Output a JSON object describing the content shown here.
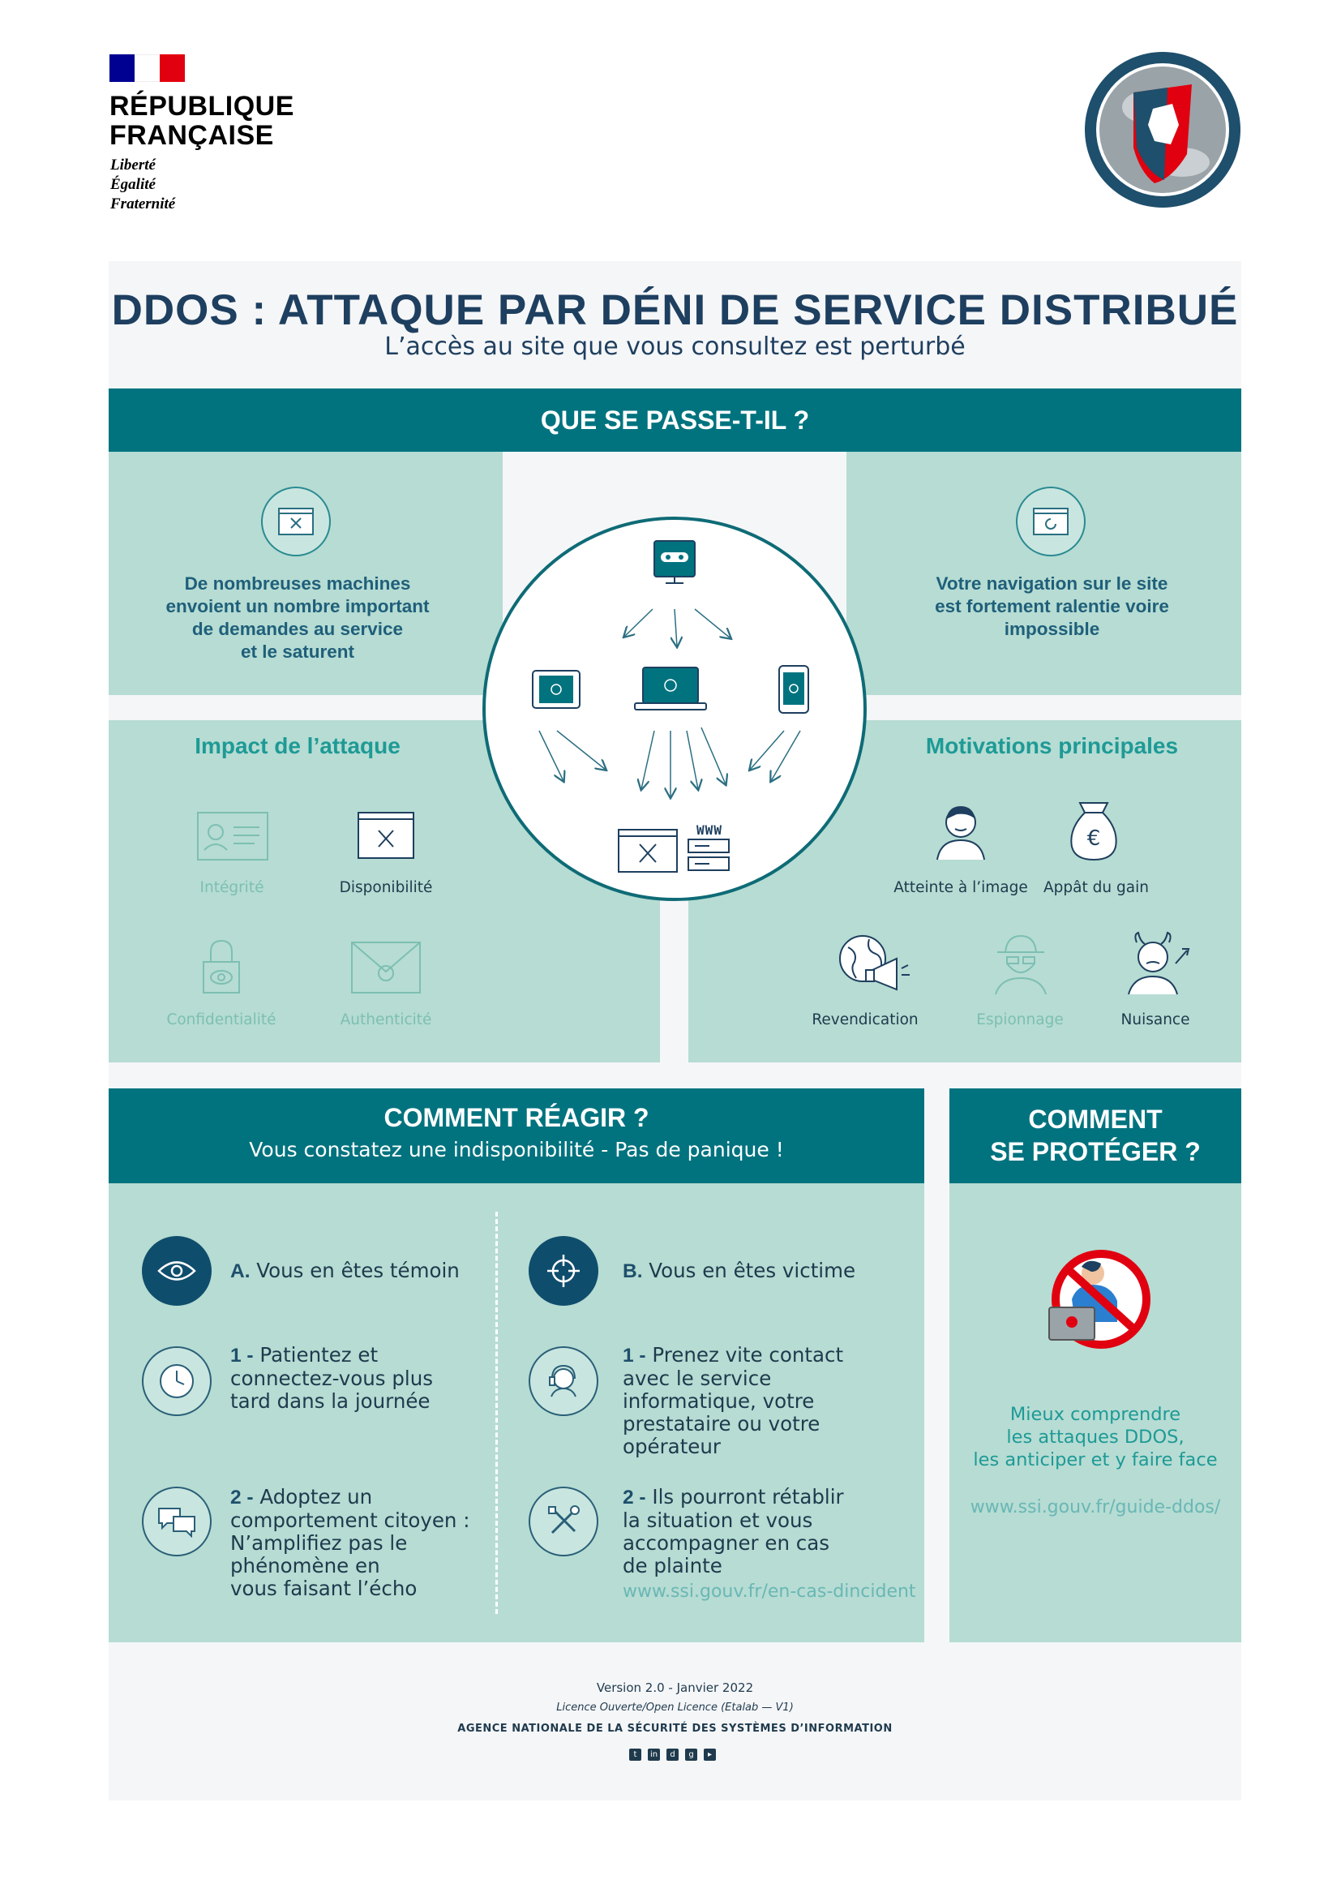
{
  "header": {
    "republic_line1": "RÉPUBLIQUE",
    "republic_line2": "FRANÇAISE",
    "motto": [
      "Liberté",
      "Égalité",
      "Fraternité"
    ],
    "flag_colors": [
      "#000091",
      "#ffffff",
      "#e1000f"
    ]
  },
  "title": "DDOS : ATTAQUE PAR DÉNI DE SERVICE DISTRIBUÉ",
  "subtitle": "L’accès au site que vous consultez est perturbé",
  "what": {
    "heading": "QUE SE PASSE-T-IL ?",
    "left_text": [
      "De nombreuses machines",
      "envoient un nombre important",
      "de demandes au service",
      "et le saturent"
    ],
    "right_text": [
      "Votre navigation sur le site",
      "est fortement ralentie voire",
      "impossible"
    ],
    "server_label": "WWW"
  },
  "impact": {
    "heading": "Impact de l’attaque",
    "items": [
      {
        "label": "Intégrité",
        "icon": "id-card-icon"
      },
      {
        "label": "Disponibilité",
        "icon": "window-cross-icon"
      },
      {
        "label": "Confidentialité",
        "icon": "padlock-eye-icon"
      },
      {
        "label": "Authenticité",
        "icon": "envelope-seal-icon"
      }
    ]
  },
  "motivations": {
    "heading": "Motivations principales",
    "items": [
      {
        "label": "Atteinte à l’image",
        "icon": "person-face-icon"
      },
      {
        "label": "Appât du gain",
        "icon": "euro-bag-icon"
      },
      {
        "label": "Revendication",
        "icon": "globe-megaphone-icon"
      },
      {
        "label": "Espionnage",
        "icon": "spy-icon"
      },
      {
        "label": "Nuisance",
        "icon": "devil-icon"
      }
    ]
  },
  "react": {
    "heading": "COMMENT RÉAGIR ?",
    "subheading": "Vous constatez une indisponibilité - Pas de panique !",
    "a_letter": "A.",
    "a_title": "Vous en êtes témoin",
    "a1_num": "1 -",
    "a1_lines": [
      "Patientez et",
      "connectez-vous plus",
      "tard dans la journée"
    ],
    "a2_num": "2 -",
    "a2_lines": [
      "Adoptez un",
      "comportement citoyen :",
      "N’amplifiez pas le",
      "phénomène en",
      "vous faisant l’écho"
    ],
    "b_letter": "B.",
    "b_title": "Vous en êtes victime",
    "b1_num": "1 -",
    "b1_lines": [
      "Prenez vite contact",
      "avec le service",
      "informatique, votre",
      "prestataire ou votre",
      "opérateur"
    ],
    "b2_num": "2 -",
    "b2_lines": [
      "Ils pourront rétablir",
      "la situation et vous",
      "accompagner en cas",
      "de plainte"
    ],
    "b2_link": "www.ssi.gouv.fr/en-cas-dincident"
  },
  "protect": {
    "heading_line1": "COMMENT",
    "heading_line2": "SE PROTÉGER ?",
    "text": [
      "Mieux comprendre",
      "les attaques DDOS,",
      "les anticiper et y faire face"
    ],
    "link": "www.ssi.gouv.fr/guide-ddos/"
  },
  "footer": {
    "version": "Version 2.0 - Janvier 2022",
    "licence": "Licence Ouverte/Open Licence (Etalab — V1)",
    "agency": "AGENCE NATIONALE DE LA SÉCURITÉ DES SYSTÈMES D’INFORMATION",
    "social": [
      "twitter-icon",
      "linkedin-icon",
      "dailymotion-icon",
      "github-icon",
      "youtube-icon"
    ]
  },
  "colors": {
    "teal_band": "#00737f",
    "mint_panel": "#b6dcd3",
    "navy_text": "#1e3f5f",
    "accent_teal": "#1e9a96"
  }
}
